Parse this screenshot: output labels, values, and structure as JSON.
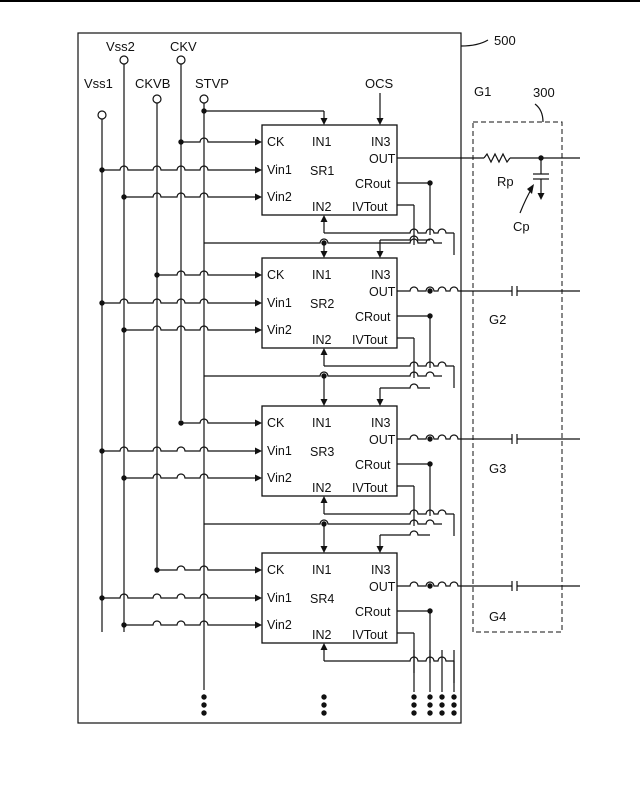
{
  "labels": {
    "ref_500": "500",
    "ref_300": "300",
    "vss1": "Vss1",
    "vss2": "Vss2",
    "ckvb": "CKVB",
    "ckv": "CKV",
    "stvp": "STVP",
    "ocs": "OCS",
    "g1": "G1",
    "g2": "G2",
    "g3": "G3",
    "g4": "G4",
    "rp": "Rp",
    "cp": "Cp"
  },
  "stages": [
    {
      "name": "SR1",
      "ck": "CK",
      "in1": "IN1",
      "in3": "IN3",
      "vin1": "Vin1",
      "vin2": "Vin2",
      "out": "OUT",
      "crout": "CRout",
      "in2": "IN2",
      "ivtout": "IVTout"
    },
    {
      "name": "SR2",
      "ck": "CK",
      "in1": "IN1",
      "in3": "IN3",
      "vin1": "Vin1",
      "vin2": "Vin2",
      "out": "OUT",
      "crout": "CRout",
      "in2": "IN2",
      "ivtout": "IVTout"
    },
    {
      "name": "SR3",
      "ck": "CK",
      "in1": "IN1",
      "in3": "IN3",
      "vin1": "Vin1",
      "vin2": "Vin2",
      "out": "OUT",
      "crout": "CRout",
      "in2": "IN2",
      "ivtout": "IVTout"
    },
    {
      "name": "SR4",
      "ck": "CK",
      "in1": "IN1",
      "in3": "IN3",
      "vin1": "Vin1",
      "vin2": "Vin2",
      "out": "OUT",
      "crout": "CRout",
      "in2": "IN2",
      "ivtout": "IVTout"
    }
  ]
}
